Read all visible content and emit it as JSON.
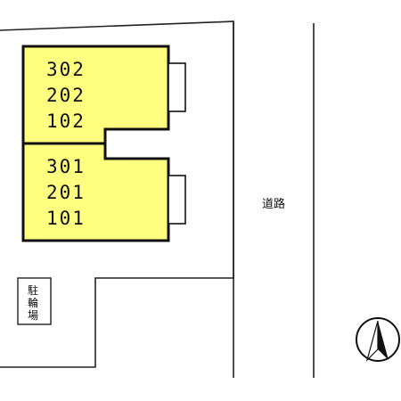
{
  "buildings": [
    {
      "name": "upper-building",
      "units": [
        "302",
        "202",
        "102"
      ]
    },
    {
      "name": "lower-building",
      "units": [
        "301",
        "201",
        "101"
      ]
    }
  ],
  "parking": {
    "label_chars": [
      "駐",
      "輪",
      "場"
    ]
  },
  "road": {
    "label": "道路"
  },
  "compass": {
    "icon": "north-arrow-icon"
  },
  "colors": {
    "building_fill": "#ffff80",
    "building_stroke": "#111111",
    "lot_line": "#222222"
  }
}
